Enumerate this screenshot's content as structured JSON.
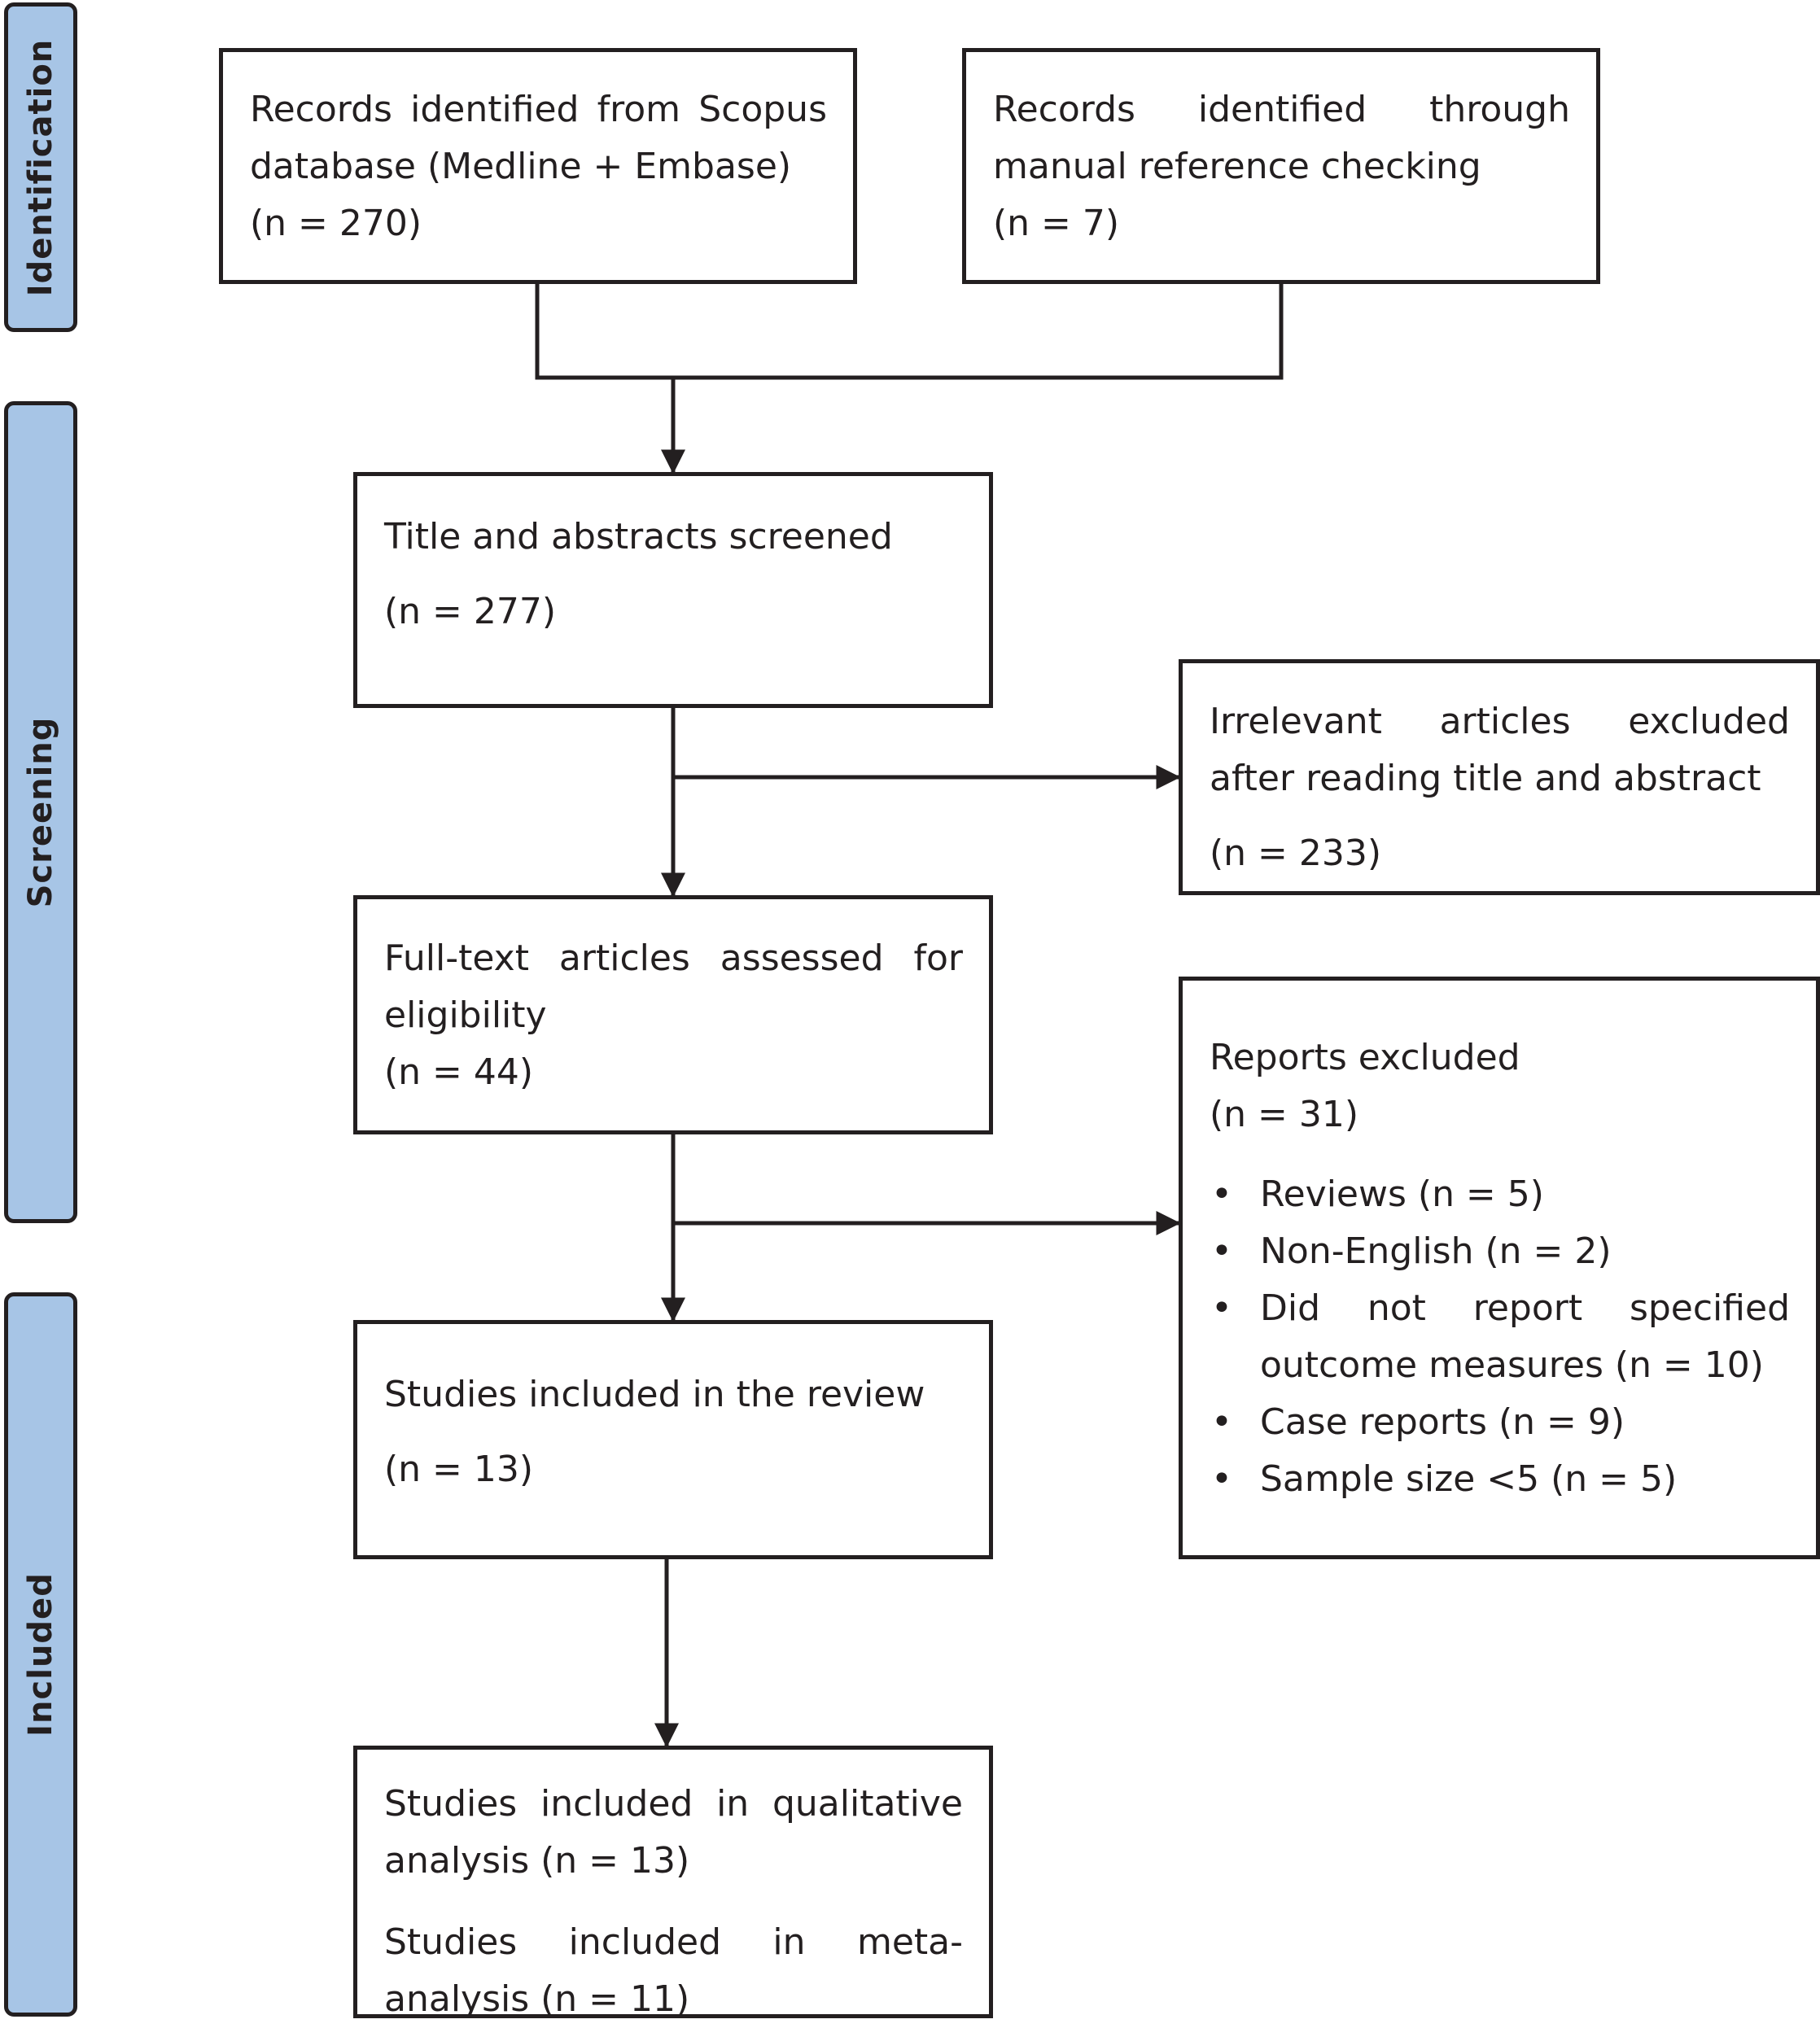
{
  "phases": {
    "identification": "Identification",
    "screening": "Screening",
    "included": "Included"
  },
  "boxes": {
    "scopus": {
      "line1": "Records identified from Scopus",
      "line2": "database (Medline + Embase)",
      "count": "(n = 270)"
    },
    "manual": {
      "line1": "Records identified through",
      "line2": "manual reference checking",
      "count": "(n = 7)"
    },
    "screened": {
      "text": "Title and abstracts screened",
      "count": "(n = 277)"
    },
    "irrelevant": {
      "line1": "Irrelevant articles excluded",
      "line2": "after reading title and abstract",
      "count": "(n = 233)"
    },
    "fulltext": {
      "line1": "Full-text articles assessed for",
      "line2": "eligibility",
      "count": "(n = 44)"
    },
    "excluded": {
      "title": "Reports excluded",
      "count": "(n = 31)",
      "reasons": [
        "Reviews (n = 5)",
        "Non-English (n = 2)",
        "Did not report specified",
        "outcome measures (n = 10)",
        "Case reports (n = 9)",
        "Sample size <5 (n = 5)"
      ]
    },
    "review": {
      "text": "Studies included in the review",
      "count": "(n = 13)"
    },
    "final": {
      "qual_line1": "Studies included in qualitative",
      "qual_line2": "analysis (n = 13)",
      "meta_line1": "Studies included in meta-",
      "meta_line2": "analysis (n = 11)"
    }
  },
  "colors": {
    "phase_fill": "#a7c5e6",
    "line": "#231f20"
  }
}
